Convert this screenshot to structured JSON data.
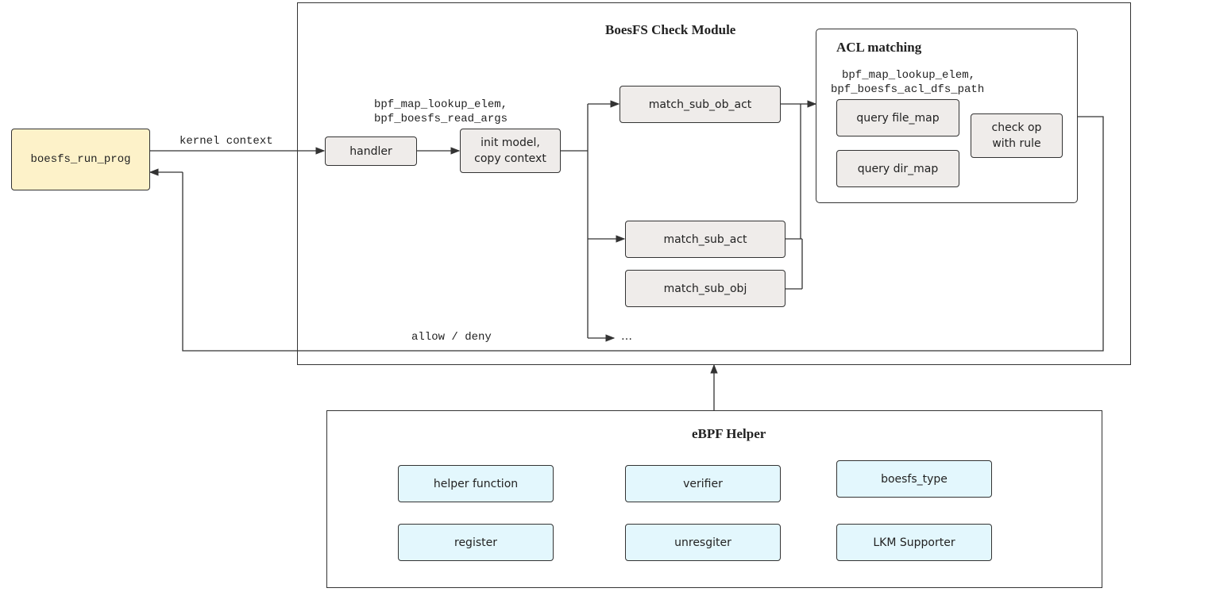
{
  "colors": {
    "line": "#333333",
    "node_fill": "#efecea",
    "helper_fill": "#e3f7fd",
    "start_fill": "#fdf2c9"
  },
  "start_node": {
    "label": "boesfs_run_prog"
  },
  "check_module": {
    "title": "BoesFS Check Module",
    "edge_labels": {
      "kernel_context": "kernel context",
      "read_args_line1": "bpf_map_lookup_elem,",
      "read_args_line2": "bpf_boesfs_read_args",
      "result": "allow / deny"
    },
    "nodes": {
      "handler": "handler",
      "init_model_line1": "init model,",
      "init_model_line2": "copy context",
      "match_sub_ob_act": "match_sub_ob_act",
      "match_sub_act": "match_sub_act",
      "match_sub_obj": "match_sub_obj",
      "ellipsis": "…"
    },
    "acl": {
      "title": "ACL matching",
      "call_line1": "bpf_map_lookup_elem,",
      "call_line2": "bpf_boesfs_acl_dfs_path",
      "query_file_map": "query file_map",
      "query_dir_map": "query dir_map",
      "check_op_line1": "check op",
      "check_op_line2": "with rule"
    }
  },
  "ebpf_helper": {
    "title": "eBPF Helper",
    "items": [
      "helper function",
      "verifier",
      "boesfs_type",
      "register",
      "unresgiter",
      "LKM Supporter"
    ]
  }
}
